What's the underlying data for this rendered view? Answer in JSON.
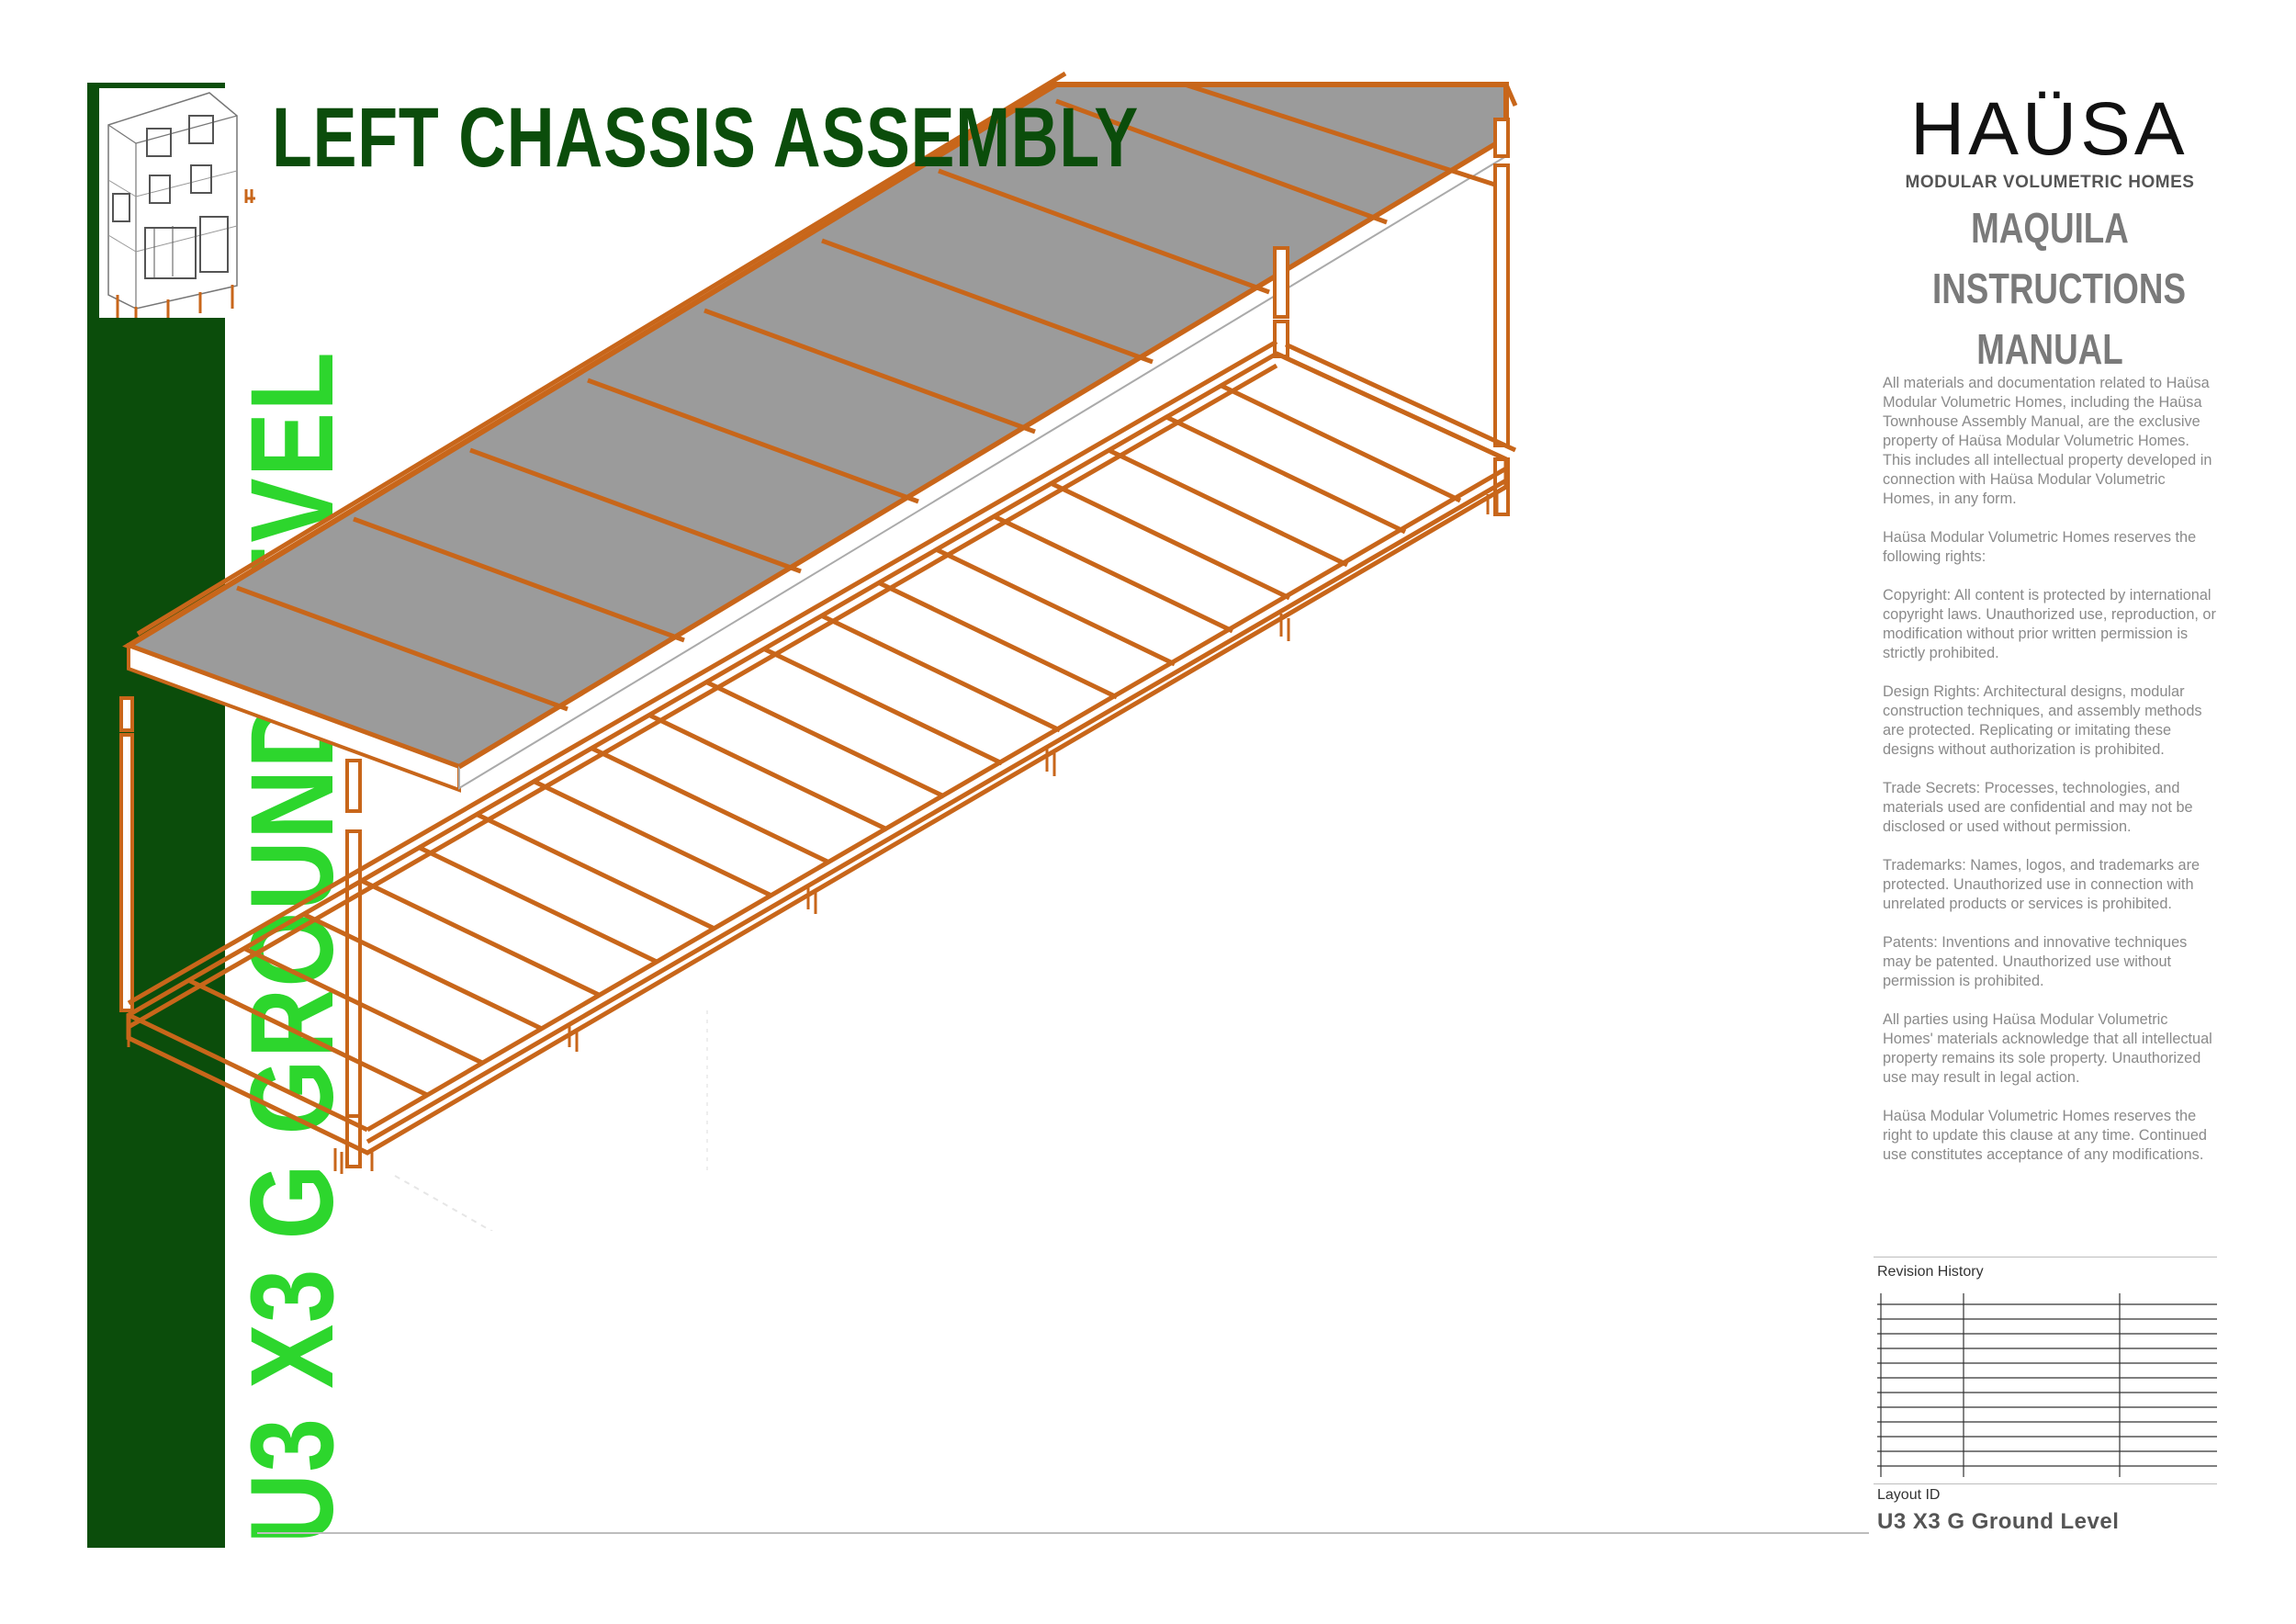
{
  "page_title": "LEFT CHASSIS ASSEMBLY",
  "side_label": "U3 X3 G GROUND LEVEL",
  "brand": {
    "name": "HAÜSA",
    "tagline": "MODULAR VOLUMETRIC HOMES",
    "manual_lines": [
      "MAQUILA",
      "INSTRUCTIONS",
      "MANUAL"
    ]
  },
  "legal_paragraphs": [
    "All materials and documentation related to Haüsa Modular Volumetric Homes, including the Haüsa Townhouse Assembly Manual, are the exclusive property of Haüsa Modular Volumetric Homes. This includes all intellectual property developed in connection with Haüsa Modular Volumetric Homes, in any form.",
    "Haüsa Modular Volumetric Homes reserves the following rights:",
    "Copyright: All content is protected by international copyright laws. Unauthorized use, reproduction, or modification without prior written permission is strictly prohibited.",
    "Design Rights: Architectural designs, modular construction techniques, and assembly methods are protected. Replicating or imitating these designs without authorization is prohibited.",
    "Trade Secrets: Processes, technologies, and materials used are confidential and may not be disclosed or used without permission.",
    "Trademarks: Names, logos, and trademarks are protected. Unauthorized use in connection with unrelated products or services is prohibited.",
    "Patents: Inventions and innovative techniques may be patented. Unauthorized use without permission is prohibited.",
    "All parties using Haüsa Modular Volumetric Homes' materials acknowledge that all intellectual property remains its sole property. Unauthorized use may result in legal action.",
    "Haüsa Modular Volumetric Homes reserves the right to update this clause at any time. Continued use constitutes acceptance of any modifications."
  ],
  "revision_history": {
    "label": "Revision History"
  },
  "layout": {
    "label": "Layout ID",
    "value": "U3 X3 G Ground Level"
  },
  "colors": {
    "sidebar": "#0b4d0b",
    "side_text": "#2dd62d",
    "timber": "#c8661a",
    "panel": "#9a9a9a"
  }
}
